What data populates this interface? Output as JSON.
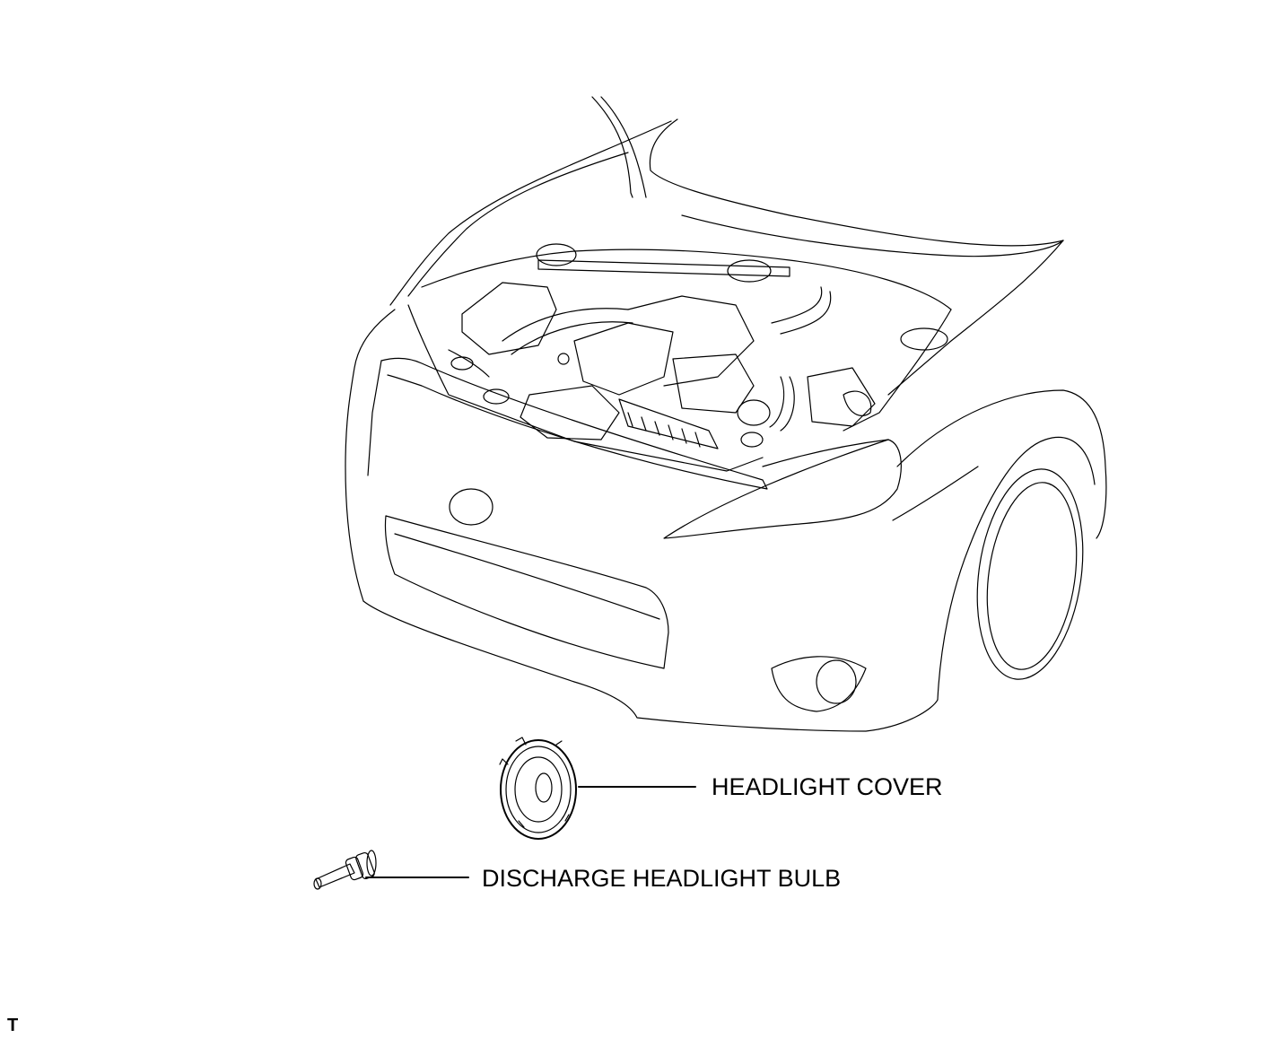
{
  "callouts": {
    "headlight_cover": "HEADLIGHT COVER",
    "discharge_headlight_bulb": "DISCHARGE HEADLIGHT BULB"
  },
  "corner_mark": "T",
  "colors": {
    "line": "#000000",
    "background": "#ffffff"
  }
}
